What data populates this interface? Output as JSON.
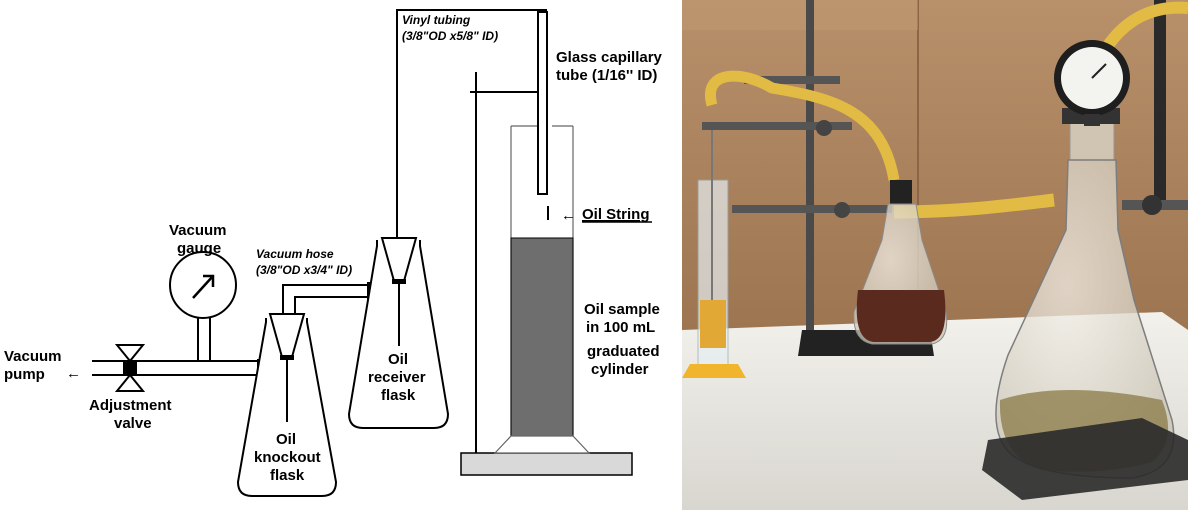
{
  "labels": {
    "vacuum_pump_1": "Vacuum",
    "vacuum_pump_2": "pump",
    "adjustment_valve_1": "Adjustment",
    "adjustment_valve_2": "valve",
    "vacuum_gauge_1": "Vacuum",
    "vacuum_gauge_2": "gauge",
    "vacuum_hose_1": "Vacuum hose",
    "vacuum_hose_2": "(3/8\"OD x3/4\" ID)",
    "knockout_1": "Oil",
    "knockout_2": "knockout",
    "knockout_3": "flask",
    "receiver_1": "Oil",
    "receiver_2": "receiver",
    "receiver_3": "flask",
    "vinyl_1": "Vinyl tubing",
    "vinyl_2": "(3/8\"OD x5/8\" ID)",
    "capillary_1": "Glass capillary",
    "capillary_2": "tube (1/16'' ID)",
    "oil_string": "Oil String",
    "sample_1": "Oil sample",
    "sample_2": "in 100 mL",
    "sample_3": "graduated",
    "sample_4": "cylinder"
  },
  "arrows": {
    "left": "←"
  },
  "colors": {
    "oil_fill": "#6e6e6e",
    "base_fill": "#d9d9d9",
    "tubing_yellow": "#e8c24a",
    "oil_brown": "#5a2a1e",
    "cardboard": "#a47a52",
    "bench": "#ecebe6"
  }
}
